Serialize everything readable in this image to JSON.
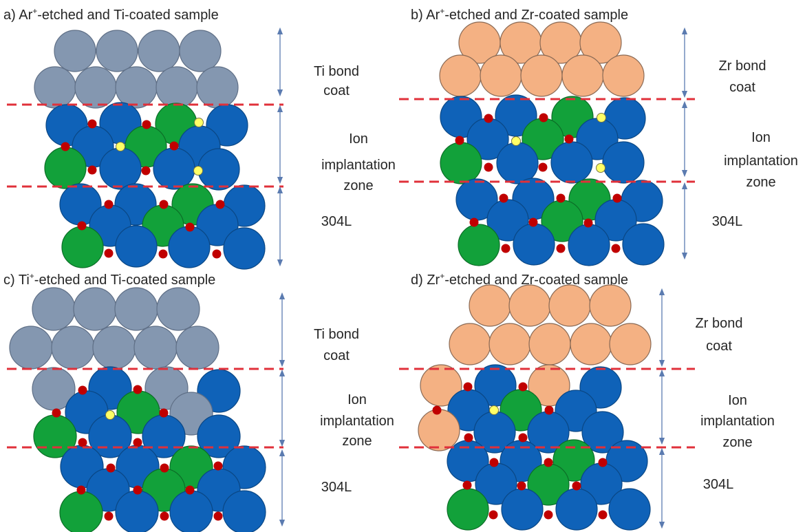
{
  "colors": {
    "ti_atom": "#8497b0",
    "ti_atom_stroke": "#5f6f86",
    "zr_atom": "#f4b183",
    "zr_atom_stroke": "#8a6a55",
    "fe_atom": "#0f62b8",
    "fe_atom_stroke": "#0a4785",
    "cr_atom": "#12a13a",
    "cr_atom_stroke": "#0c6e27",
    "interstitial": "#c00000",
    "implanted_ion": "#ffff66",
    "implanted_ion_stroke": "#777744",
    "interface_line": "#e0303a",
    "dimension_arrow": "#5b7bb0",
    "text": "#262626"
  },
  "panels": [
    {
      "id": "a",
      "title": {
        "prefix": "a) Ar",
        "superscript": "+",
        "suffix": "-etched and Ti-coated sample"
      },
      "coat_element": "Ti",
      "labels": {
        "coat": [
          "Ti bond",
          "coat"
        ],
        "zone": [
          "Ion",
          "implantation",
          "zone"
        ],
        "substrate": [
          "304L"
        ]
      }
    },
    {
      "id": "b",
      "title": {
        "prefix": "b) Ar",
        "superscript": "+",
        "suffix": "-etched and Zr-coated sample"
      },
      "coat_element": "Zr",
      "labels": {
        "coat": [
          "Zr bond",
          "coat"
        ],
        "zone": [
          "Ion",
          "implantation",
          "zone"
        ],
        "substrate": [
          "304L"
        ]
      }
    },
    {
      "id": "c",
      "title": {
        "prefix": "c) Ti",
        "superscript": "+",
        "suffix": "-etched and Ti-coated sample"
      },
      "coat_element": "Ti",
      "labels": {
        "coat": [
          "Ti bond",
          "coat"
        ],
        "zone": [
          "Ion",
          "implantation",
          "zone"
        ],
        "substrate": [
          "304L"
        ]
      }
    },
    {
      "id": "d",
      "title": {
        "prefix": "d) Zr",
        "superscript": "+",
        "suffix": "-etched and Zr-coated sample"
      },
      "coat_element": "Zr",
      "labels": {
        "coat": [
          "Zr bond",
          "coat"
        ],
        "zone": [
          "Ion",
          "implantation",
          "zone"
        ],
        "substrate": [
          "304L"
        ]
      }
    }
  ]
}
